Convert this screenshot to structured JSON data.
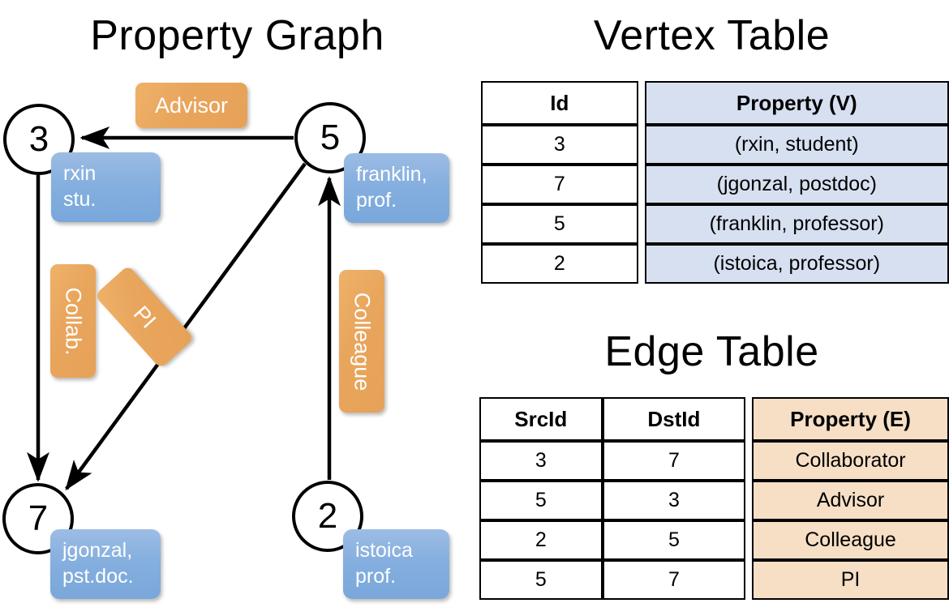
{
  "titles": {
    "property_graph": "Property Graph",
    "vertex_table": "Vertex Table",
    "edge_table": "Edge Table"
  },
  "colors": {
    "node_fill": "#FFFFFF",
    "node_stroke": "#000000",
    "vertex_property_fill": "#D6E0F0",
    "edge_property_fill": "#F6DFC5",
    "vertex_box": "#83AEDE",
    "edge_box": "#E8A55C",
    "text": "#000000",
    "box_text": "#FFFFFF"
  },
  "graph": {
    "nodes": [
      {
        "id": "3",
        "property": "rxin\nstu."
      },
      {
        "id": "5",
        "property": "franklin,\nprof."
      },
      {
        "id": "7",
        "property": "jgonzal,\npst.doc."
      },
      {
        "id": "2",
        "property": "istoica\nprof."
      }
    ],
    "edges": [
      {
        "src": "5",
        "dst": "3",
        "label": "Advisor"
      },
      {
        "src": "3",
        "dst": "7",
        "label": "Collab."
      },
      {
        "src": "5",
        "dst": "7",
        "label": "PI"
      },
      {
        "src": "2",
        "dst": "5",
        "label": "Colleague"
      }
    ]
  },
  "vertex_table": {
    "headers": [
      "Id",
      "Property (V)"
    ],
    "rows": [
      {
        "id": "3",
        "property": "(rxin, student)"
      },
      {
        "id": "7",
        "property": "(jgonzal, postdoc)"
      },
      {
        "id": "5",
        "property": "(franklin, professor)"
      },
      {
        "id": "2",
        "property": "(istoica, professor)"
      }
    ]
  },
  "edge_table": {
    "headers": [
      "SrcId",
      "DstId",
      "Property (E)"
    ],
    "rows": [
      {
        "src": "3",
        "dst": "7",
        "property": "Collaborator"
      },
      {
        "src": "5",
        "dst": "3",
        "property": "Advisor"
      },
      {
        "src": "2",
        "dst": "5",
        "property": "Colleague"
      },
      {
        "src": "5",
        "dst": "7",
        "property": "PI"
      }
    ]
  }
}
